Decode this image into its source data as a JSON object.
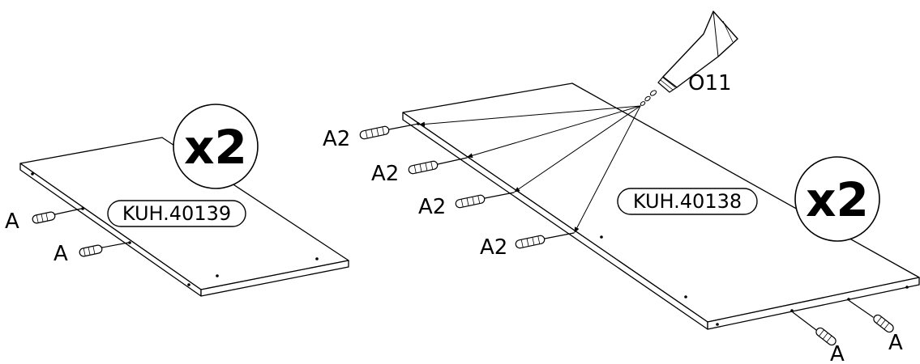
{
  "left_panel": {
    "quantity_label": "x2",
    "part_code": "KUH.40139",
    "dowel_label_1": "A",
    "dowel_label_2": "A"
  },
  "right_panel": {
    "quantity_label": "x2",
    "part_code": "KUH.40138",
    "glue_label": "O11",
    "a2_labels": [
      "A2",
      "A2",
      "A2",
      "A2"
    ],
    "bottom_dowel_label_1": "A",
    "bottom_dowel_label_2": "A"
  },
  "colors": {
    "ink": "#000000",
    "paper": "#ffffff"
  }
}
